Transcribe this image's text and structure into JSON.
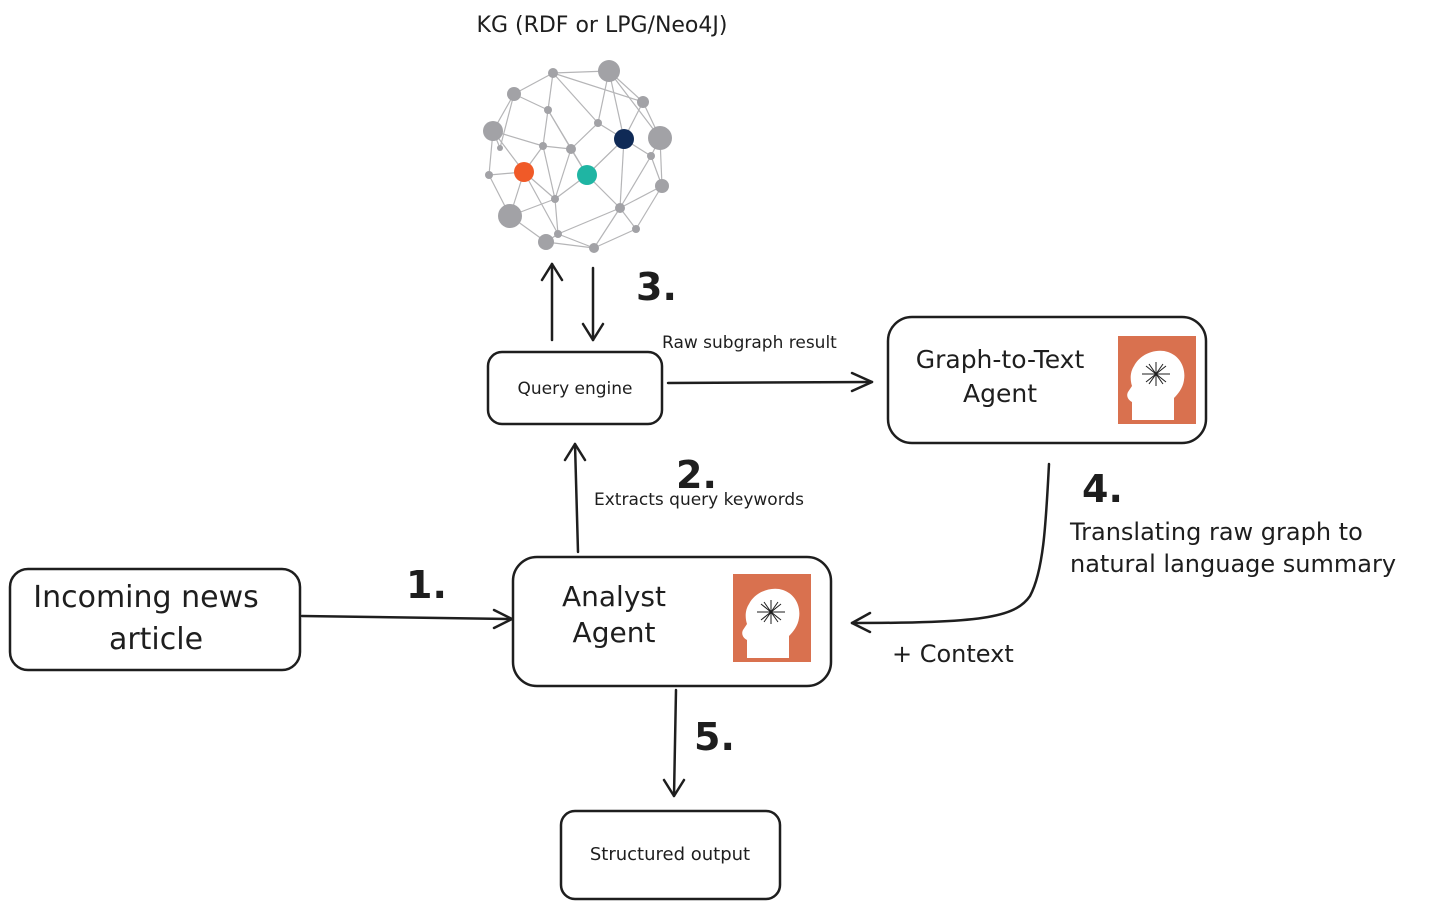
{
  "kg": {
    "title": "KG (RDF or LPG/Neo4J)",
    "colors": {
      "node": "#a2a2a6",
      "edge": "#b5b5b7",
      "highlight_orange": "#f05a28",
      "highlight_teal": "#1fb5a3",
      "highlight_navy": "#0f2a56"
    }
  },
  "nodes": {
    "query_engine": "Query engine",
    "graph_to_text": [
      "Graph-to-Text",
      "Agent"
    ],
    "incoming": [
      "Incoming news",
      "article"
    ],
    "analyst": [
      "Analyst",
      "Agent"
    ],
    "structured_output": "Structured output"
  },
  "icons": {
    "agent_icon": "head-with-sparkle-icon",
    "agent_icon_color": "#d9714f"
  },
  "steps": {
    "s1": "1.",
    "s2": "2.",
    "s3": "3.",
    "s4": "4.",
    "s5": "5."
  },
  "labels": {
    "raw_subgraph": "Raw subgraph result",
    "extracts_keywords": "Extracts query keywords",
    "translating": [
      "Translating raw graph to",
      "natural language summary"
    ],
    "context": "+ Context"
  }
}
